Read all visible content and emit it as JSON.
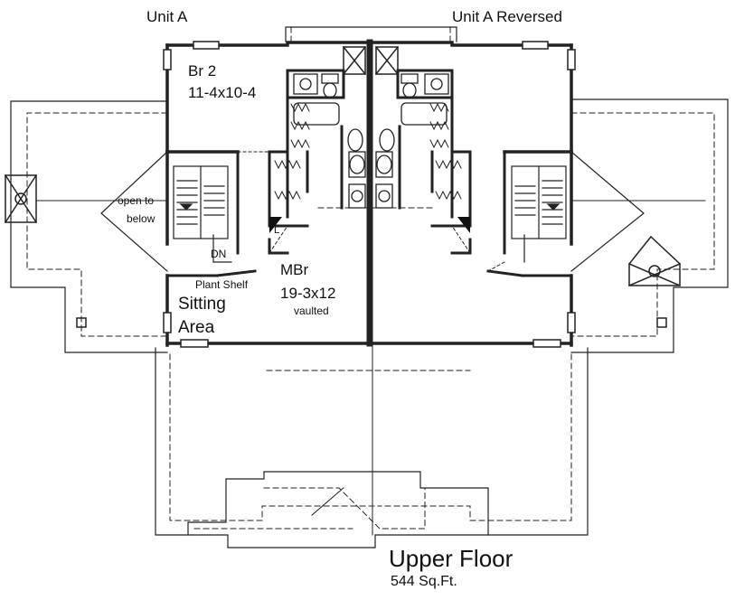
{
  "labels": {
    "unit_a": "Unit A",
    "unit_a_reversed": "Unit A Reversed",
    "br2_name": "Br 2",
    "br2_size": "11-4x10-4",
    "open_to": "open to",
    "below": "below",
    "dn": "DN",
    "plant_shelf": "Plant Shelf",
    "sitting": "Sitting",
    "area": "Area",
    "mbr_name": "MBr",
    "mbr_size": "19-3x12",
    "vaulted": "vaulted",
    "closet_l": "L",
    "floor_title": "Upper Floor",
    "floor_area": "544 Sq.Ft."
  }
}
